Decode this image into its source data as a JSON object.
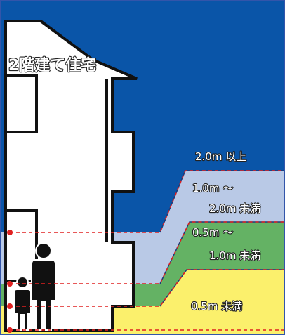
{
  "house_label": "2階建て住宅",
  "zones": [
    {
      "depth": "2.0m 以上"
    },
    {
      "depth_line1": "1.0m ～",
      "depth_line2": "2.0m 未満"
    },
    {
      "depth_line1": "0.5m ～",
      "depth_line2": "1.0m 未満"
    },
    {
      "depth": "0.5m 未満"
    }
  ],
  "colors": {
    "deep_blue": "#0a55a8",
    "light_blue": "#b9c9e6",
    "green": "#64b264",
    "yellow": "#fbf06c",
    "dashed_line": "#e02020",
    "frame": "#3355aa"
  }
}
